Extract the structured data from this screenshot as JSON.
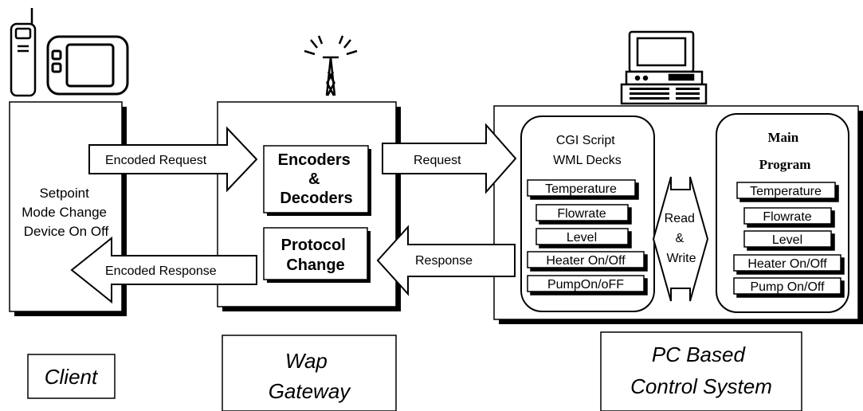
{
  "client": {
    "box_lines": [
      "Setpoint",
      "Mode Change",
      "Device On Off"
    ],
    "label": "Client",
    "icons": [
      "mobile-phone-icon",
      "pda-icon"
    ]
  },
  "arrows": {
    "encoded_request": "Encoded Request",
    "encoded_response": "Encoded Response",
    "request": "Request",
    "response": "Response",
    "read_write": [
      "Read",
      "&",
      "Write"
    ]
  },
  "gateway": {
    "encoders_lines": [
      "Encoders",
      "&",
      "Decoders"
    ],
    "protocol_lines": [
      "Protocol",
      "Change"
    ],
    "label_lines": [
      "Wap",
      "Gateway"
    ],
    "icon": "antenna-tower-icon"
  },
  "pc": {
    "cgi_title": [
      "CGI Script",
      "WML Decks"
    ],
    "cgi_items": [
      "Temperature",
      "Flowrate",
      "Level",
      "Heater On/Off",
      "PumpOn/oFF"
    ],
    "main_title": [
      "Main",
      "Program"
    ],
    "main_items": [
      "Temperature",
      "Flowrate",
      "Level",
      "Heater On/Off",
      "Pump On/Off"
    ],
    "label_lines": [
      "PC Based",
      "Control System"
    ],
    "icon": "desktop-computer-icon"
  },
  "colors": {
    "stroke": "#000000",
    "fill": "#ffffff",
    "shadow": "#000000"
  }
}
